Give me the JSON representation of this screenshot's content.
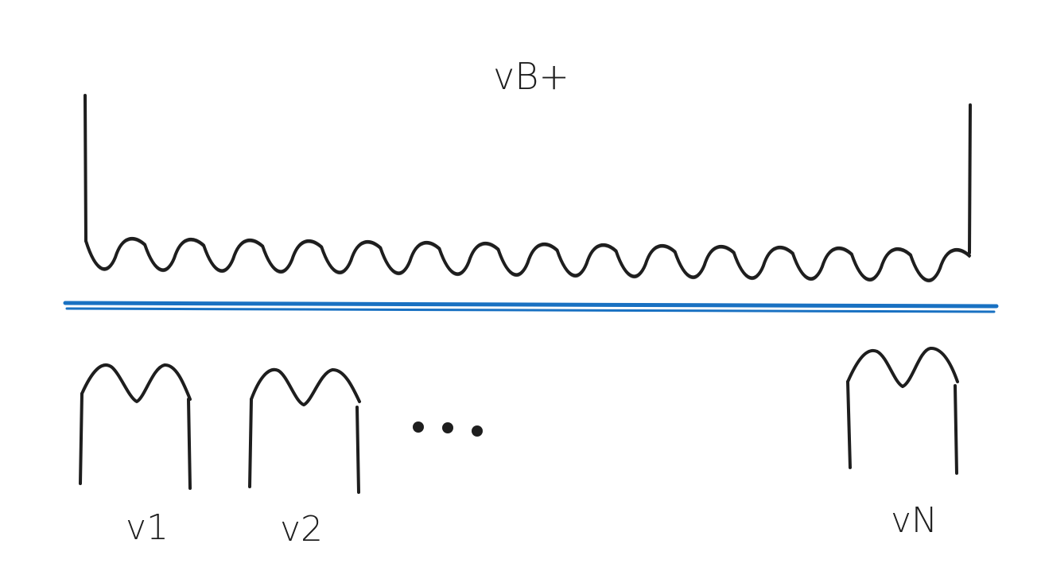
{
  "labels": {
    "top": "vB+",
    "v1": "v1",
    "v2": "v2",
    "vn": "vN"
  },
  "colors": {
    "ink": "#1e1e1e",
    "divider": "#1971c2"
  },
  "diagram": {
    "top_coil_bumps": 15,
    "bottom_coil_bumps": 2,
    "bottom_coils": [
      "v1",
      "v2",
      "vN"
    ],
    "ellipsis_dots": 3
  }
}
